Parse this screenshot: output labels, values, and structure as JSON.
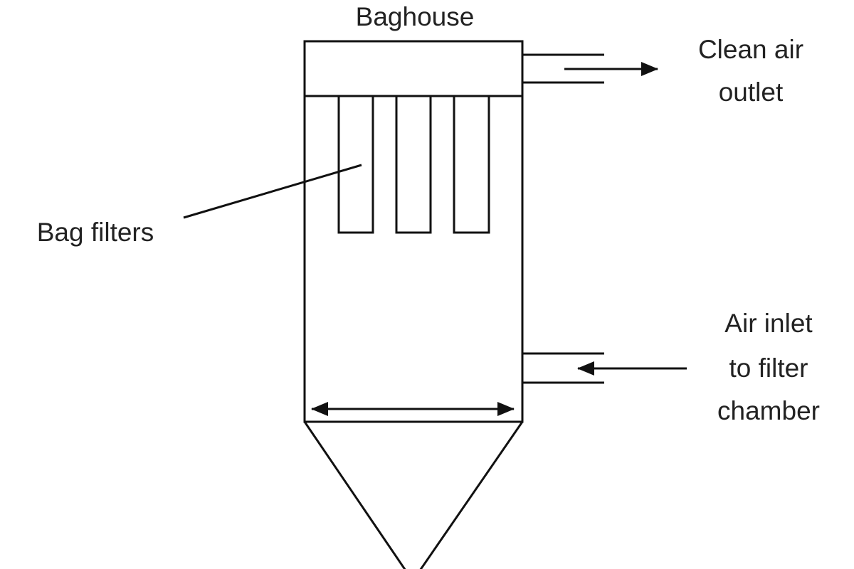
{
  "title": "Baghouse",
  "labels": {
    "outlet_line1": "Clean air",
    "outlet_line2": "outlet",
    "bag_filters": "Bag filters",
    "inlet_line1": "Air inlet",
    "inlet_line2": "to filter",
    "inlet_line3": "chamber"
  },
  "colors": {
    "stroke": "#111111",
    "text": "#222222"
  }
}
